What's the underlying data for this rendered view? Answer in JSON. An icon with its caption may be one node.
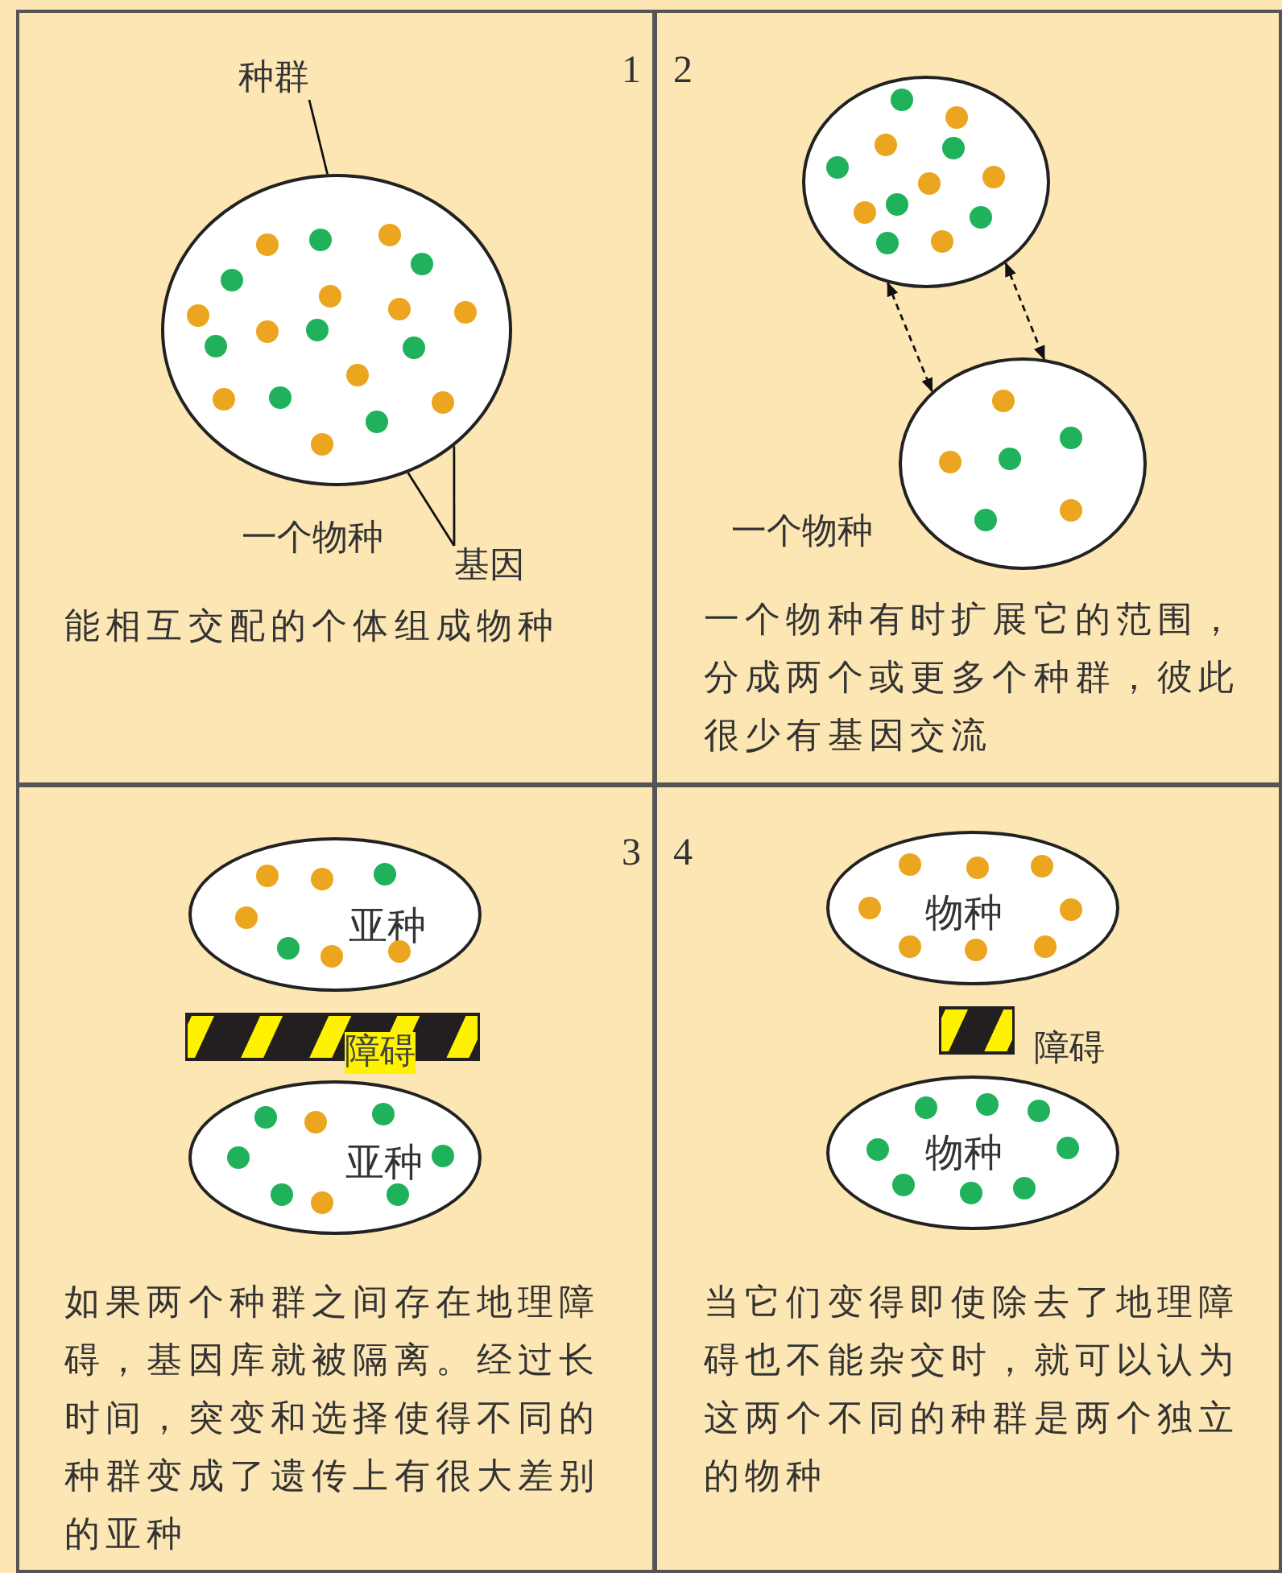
{
  "diagram": {
    "nodes": [
      {
        "text": [
          "1",
          "能相互交配的个体组成物种"
        ]
      },
      {
        "text": [
          "种群"
        ],
        "in": 0
      },
      {
        "text": [],
        "shape": "circle",
        "in": 0,
        "beside": [
          "一个物种"
        ]
      },
      {
        "text": [
          "基因"
        ],
        "in": 0
      },
      {
        "text": [
          "2",
          "一个物种有时扩展它的范围，分成两个或更多个种群，彼此很少有基因交流"
        ]
      },
      {
        "text": [],
        "shape": "circle",
        "in": 4
      },
      {
        "text": [],
        "shape": "circle",
        "in": 4,
        "beside": [
          "一个物种"
        ]
      },
      {
        "text": [
          "3",
          "如果两个种群之间存在地理障碍，基因库就被隔离。经过长时间，突变和选择使得不同的种群变成了遗传上有很大差别的亚种"
        ]
      },
      {
        "text": [
          "亚种"
        ],
        "in": 7
      },
      {
        "text": [
          "障碍"
        ],
        "in": 7
      },
      {
        "text": [
          "亚种"
        ],
        "in": 7
      },
      {
        "text": [
          "4",
          "当它们变得即使除去了地理障碍也不能杂交时，就可以认为这两个不同的种群是两个独立的物种"
        ]
      },
      {
        "text": [
          "物种"
        ],
        "in": 11
      },
      {
        "text": [],
        "shape": "box",
        "in": 11,
        "beside": [
          "障碍"
        ]
      },
      {
        "text": [
          "物种"
        ],
        "in": 11
      }
    ],
    "edges": [
      {
        "from": 1,
        "to": 2,
        "arrow": "none"
      },
      {
        "from": 3,
        "to": 2,
        "arrow": "none"
      },
      {
        "from": 3,
        "to": 2,
        "arrow": "none"
      },
      {
        "from": 5,
        "to": 6,
        "arrow": "both",
        "style": "dashed"
      },
      {
        "from": 5,
        "to": 6,
        "arrow": "both",
        "style": "dashed"
      }
    ]
  }
}
